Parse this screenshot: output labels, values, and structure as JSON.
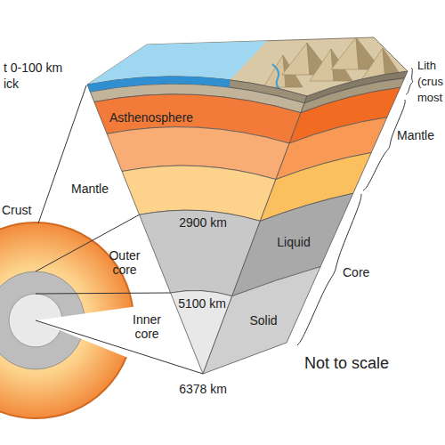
{
  "diagram": {
    "labels": [
      "t 0-100 km",
      "ick",
      "Lith",
      "(crus",
      "most",
      "Asthenosphere",
      "Mantle",
      "Mantle",
      "Crust",
      "2900 km",
      "Liquid",
      "Outer core",
      "Core",
      "5100 km",
      "Inner core",
      "Solid",
      "Not to scale",
      "6378 km"
    ]
  }
}
